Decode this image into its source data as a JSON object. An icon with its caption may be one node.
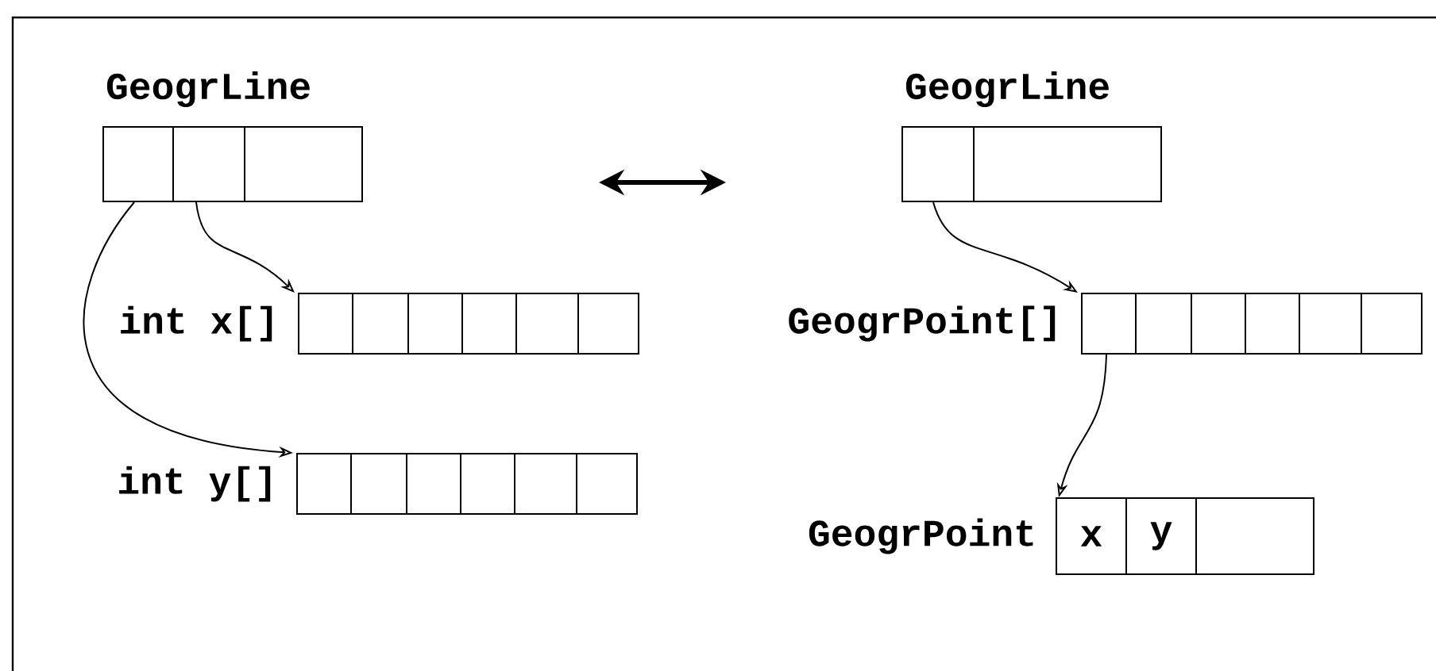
{
  "diagram": {
    "nodes": [
      {
        "text": [
          "GeogrLine"
        ]
      },
      {
        "text": [
          "int x[]"
        ]
      },
      {
        "text": [
          "int y[]"
        ]
      },
      {
        "text": [
          "GeogrLine"
        ]
      },
      {
        "text": [
          "GeogrPoint[]"
        ]
      },
      {
        "text": [
          "GeogrPoint",
          "x",
          "y"
        ]
      }
    ],
    "edges": [
      {
        "from": 0,
        "to": 1,
        "arrow": "to"
      },
      {
        "from": 0,
        "to": 2,
        "arrow": "to"
      },
      {
        "from": 3,
        "to": 4,
        "arrow": "to"
      },
      {
        "from": 4,
        "to": 5,
        "arrow": "to"
      }
    ]
  }
}
